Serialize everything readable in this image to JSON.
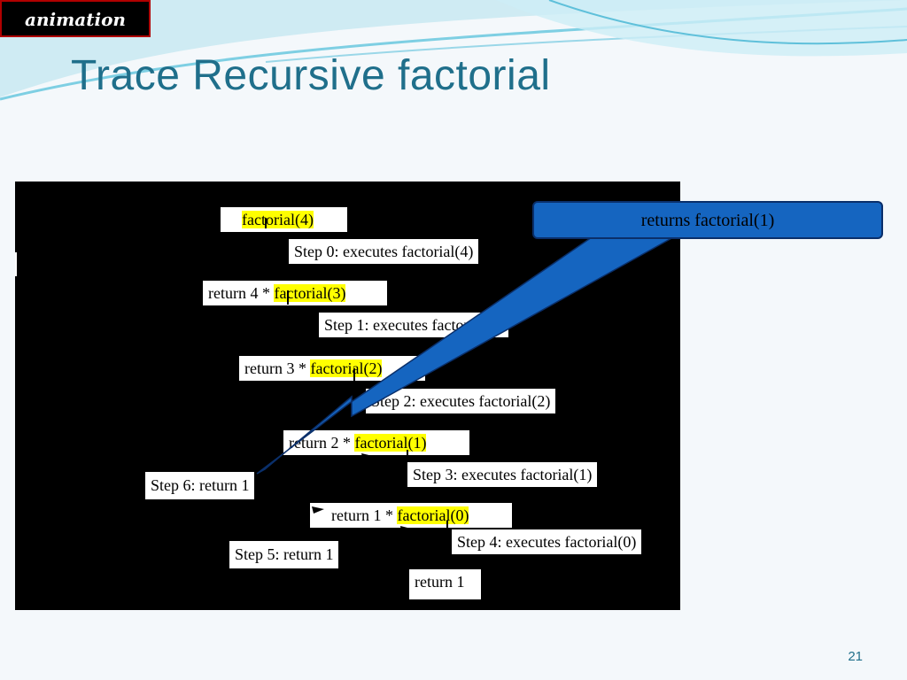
{
  "badge": "animation",
  "title": "Trace Recursive factorial",
  "trace": {
    "call_4": "factorial(4)",
    "step0": "Step 0: executes factorial(4)",
    "ret4_prefix": "return 4 * ",
    "ret4_call": "factorial(3)",
    "step1": "Step 1: executes factorial(3)",
    "ret3_prefix": "return 3 * ",
    "ret3_call": "factorial(2)",
    "step2": "Step 2: executes factorial(2)",
    "ret2_prefix": "return 2 * ",
    "ret2_call": "factorial(1)",
    "step3": "Step 3: executes factorial(1)",
    "step6": "Step 6: return 1",
    "ret1_prefix": "return 1 * ",
    "ret1_call": "factorial(0)",
    "step4": "Step 4: executes factorial(0)",
    "step5": "Step 5: return 1",
    "ret_base": "return 1"
  },
  "callout": "returns factorial(1)",
  "slide_number": "21",
  "colors": {
    "title": "#1f6f8b",
    "highlight": "#ffff00",
    "callout": "#1565c0",
    "stage": "#000000"
  }
}
